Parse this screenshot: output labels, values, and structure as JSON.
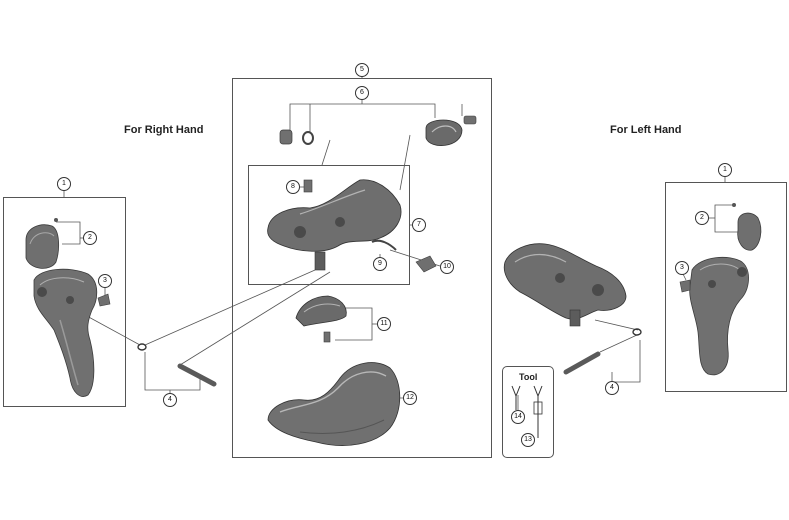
{
  "headings": {
    "right_hand": "For Right Hand",
    "left_hand": "For Left Hand",
    "tool": "Tool"
  },
  "callouts": {
    "c1_right": "1",
    "c2_right": "2",
    "c3_right": "3",
    "c4_right": "4",
    "c5": "5",
    "c6": "6",
    "c7": "7",
    "c8": "8",
    "c9": "9",
    "c10": "10",
    "c11": "11",
    "c12": "12",
    "c13": "13",
    "c14": "14",
    "c1_left": "1",
    "c2_left": "2",
    "c3_left": "3",
    "c4_left": "4"
  },
  "colors": {
    "part_fill": "#6f6f6f",
    "part_dark": "#4a4a4a",
    "part_light": "#a8a8a8",
    "line": "#555555"
  }
}
